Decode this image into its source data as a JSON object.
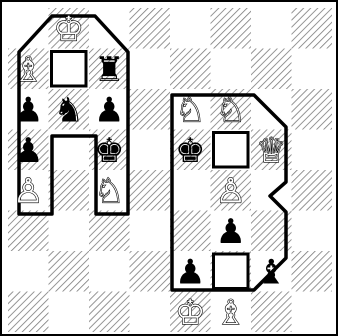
{
  "board": {
    "files": 8,
    "ranks": 8,
    "light_color": "#ffffff",
    "dark_pattern": "diagonal-hatch",
    "outline_shapes": [
      "letter-A",
      "letter-B"
    ]
  },
  "pieces": [
    {
      "square": "b8",
      "color": "white",
      "type": "king",
      "glyph": "♔"
    },
    {
      "square": "a7",
      "color": "white",
      "type": "bishop",
      "glyph": "♗"
    },
    {
      "square": "c7",
      "color": "black",
      "type": "rook",
      "glyph": "♜"
    },
    {
      "square": "a6",
      "color": "black",
      "type": "pawn",
      "glyph": "♟"
    },
    {
      "square": "b6",
      "color": "black",
      "type": "knight",
      "glyph": "♞"
    },
    {
      "square": "c6",
      "color": "black",
      "type": "pawn",
      "glyph": "♟"
    },
    {
      "square": "e6",
      "color": "white",
      "type": "knight",
      "glyph": "♘"
    },
    {
      "square": "f6",
      "color": "white",
      "type": "knight",
      "glyph": "♘"
    },
    {
      "square": "a5",
      "color": "black",
      "type": "pawn",
      "glyph": "♟"
    },
    {
      "square": "c5",
      "color": "black",
      "type": "king",
      "glyph": "♚"
    },
    {
      "square": "e5",
      "color": "black",
      "type": "king",
      "glyph": "♚"
    },
    {
      "square": "g5",
      "color": "white",
      "type": "queen",
      "glyph": "♕"
    },
    {
      "square": "a4",
      "color": "white",
      "type": "pawn",
      "glyph": "♙"
    },
    {
      "square": "c4",
      "color": "white",
      "type": "knight",
      "glyph": "♘"
    },
    {
      "square": "f4",
      "color": "white",
      "type": "pawn",
      "glyph": "♙"
    },
    {
      "square": "f3",
      "color": "black",
      "type": "pawn",
      "glyph": "♟"
    },
    {
      "square": "e2",
      "color": "black",
      "type": "pawn",
      "glyph": "♟"
    },
    {
      "square": "g2",
      "color": "black",
      "type": "bishop",
      "glyph": "♝"
    },
    {
      "square": "e1",
      "color": "white",
      "type": "king",
      "glyph": "♔"
    },
    {
      "square": "f1",
      "color": "white",
      "type": "bishop",
      "glyph": "♗"
    }
  ],
  "highlight_squares": [
    "b7",
    "f5",
    "f2"
  ]
}
